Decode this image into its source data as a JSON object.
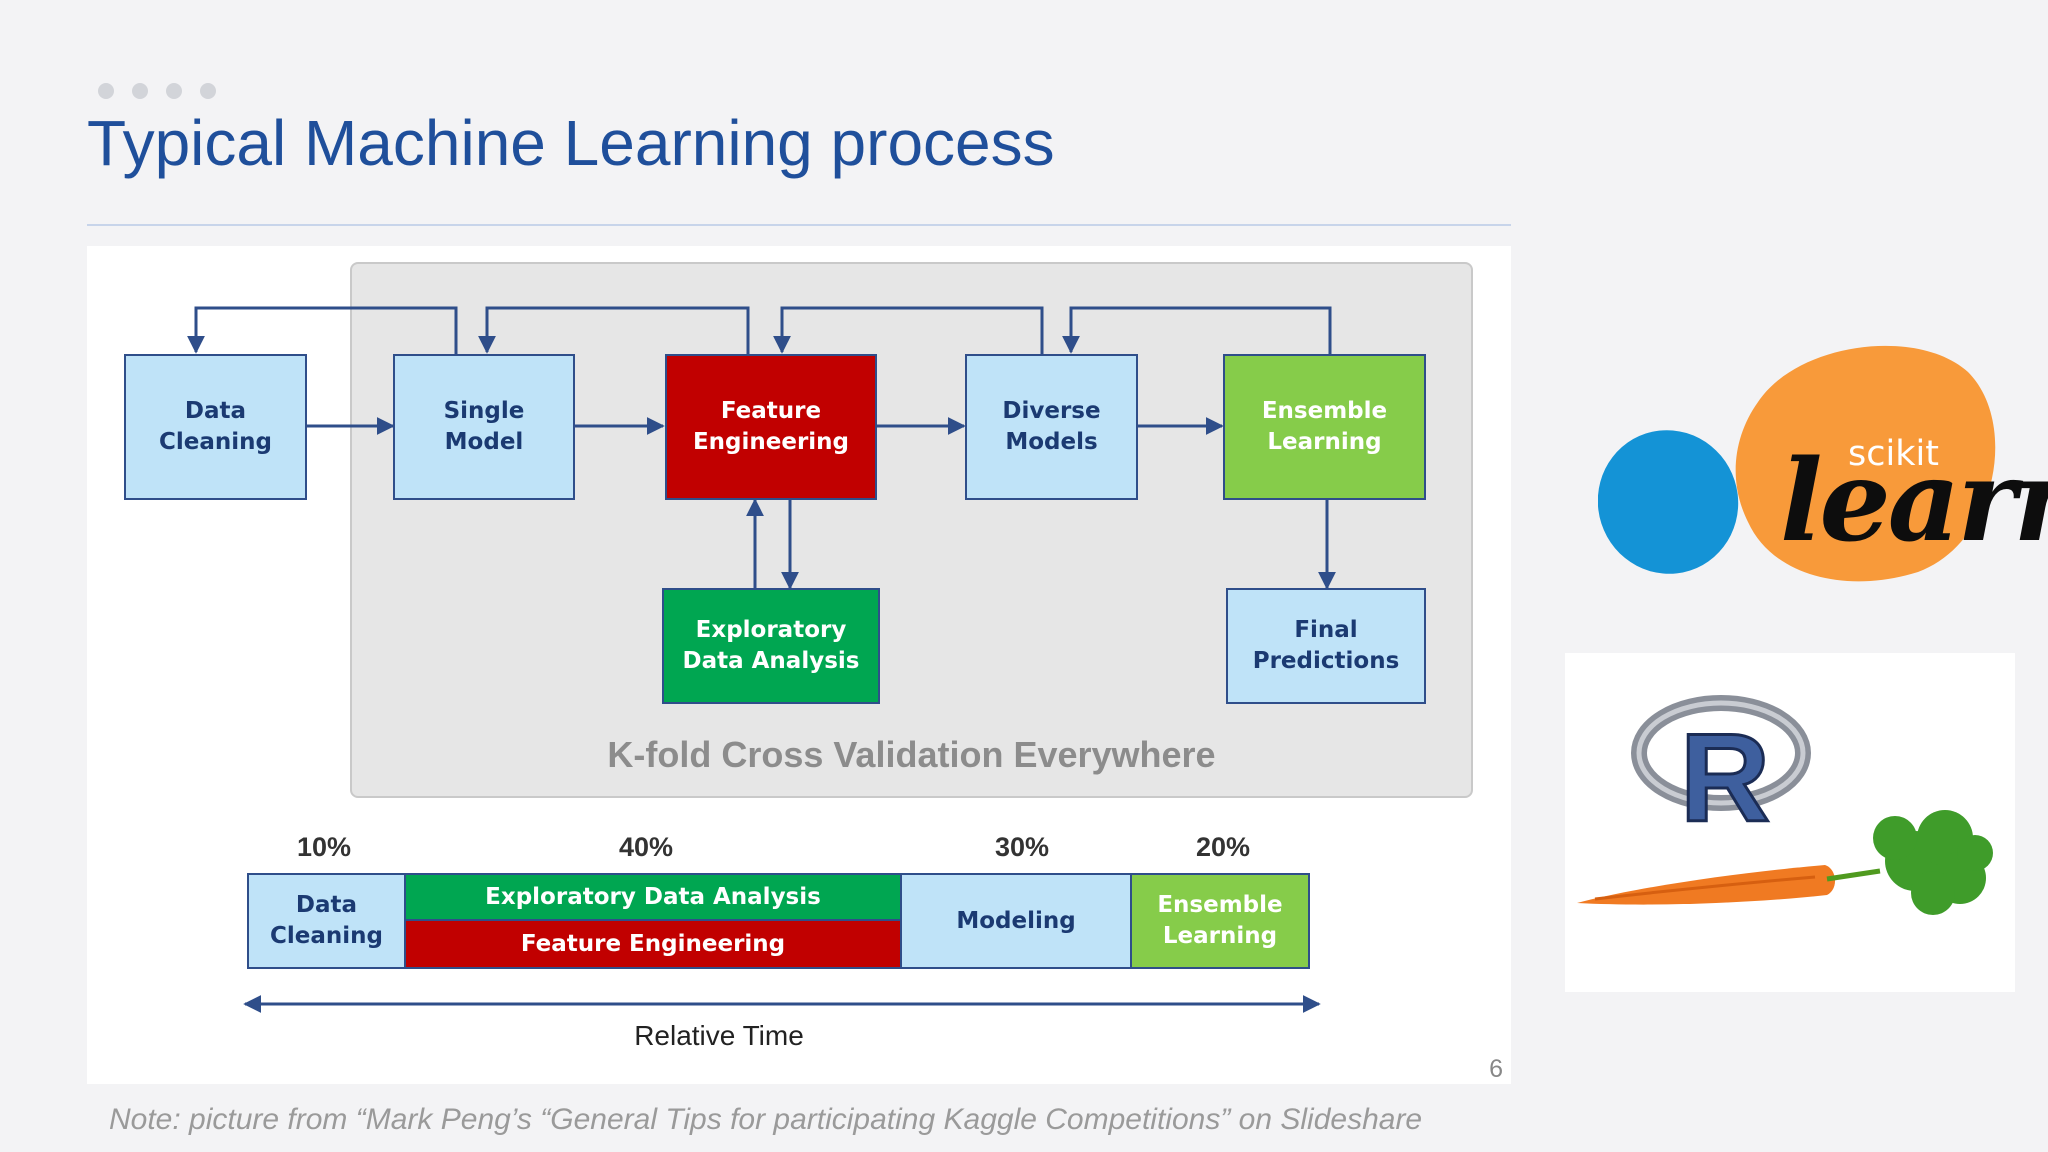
{
  "slide": {
    "title": "Typical Machine Learning process",
    "note": "Note: picture from “Mark Peng’s “General Tips for participating Kaggle Competitions” on Slideshare",
    "page_number": "6"
  },
  "diagram": {
    "cv_label": "K-fold Cross Validation Everywhere",
    "nodes": {
      "data_cleaning": "Data\nCleaning",
      "single_model": "Single\nModel",
      "feature_engineering": "Feature\nEngineering",
      "diverse_models": "Diverse\nModels",
      "ensemble_learning": "Ensemble\nLearning",
      "eda": "Exploratory\nData Analysis",
      "final_predictions": "Final\nPredictions"
    },
    "timeline": {
      "percents": [
        "10%",
        "40%",
        "30%",
        "20%"
      ],
      "segments": {
        "data_cleaning": "Data\nCleaning",
        "eda": "Exploratory Data Analysis",
        "feature_engineering": "Feature Engineering",
        "modeling": "Modeling",
        "ensemble": "Ensemble\nLearning"
      },
      "axis_label": "Relative Time"
    },
    "colors": {
      "light_blue": "#bfe3f8",
      "red": "#c10000",
      "green": "#00a651",
      "lime": "#86cc4a",
      "arrow": "#2f4e8a"
    }
  },
  "logos": {
    "scikit_prefix": "scikit",
    "scikit_word": "learn",
    "r_letter": "R"
  }
}
